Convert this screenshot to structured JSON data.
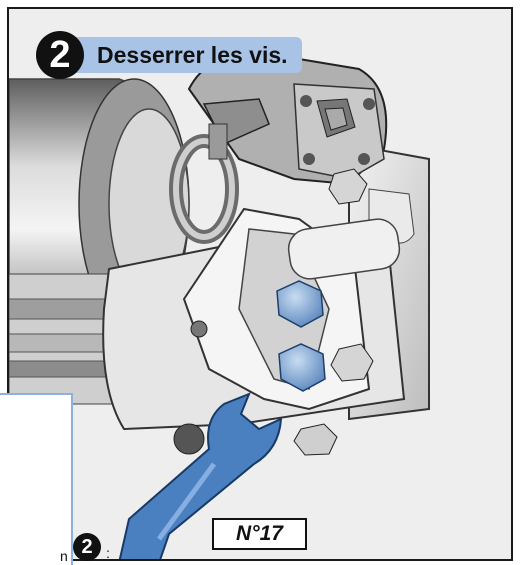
{
  "step": {
    "number": "2",
    "title": "Desserrer les vis."
  },
  "tool": {
    "label": "N°17"
  },
  "side_panel": {
    "fragment_text": "n",
    "badge_number": "2",
    "colon": ":"
  },
  "colors": {
    "accent": "#a9c3e6",
    "badge": "#111111",
    "wrench": "#4a7fc0",
    "bolt": "#7fa8d6",
    "panel_border": "#8fb0de"
  }
}
